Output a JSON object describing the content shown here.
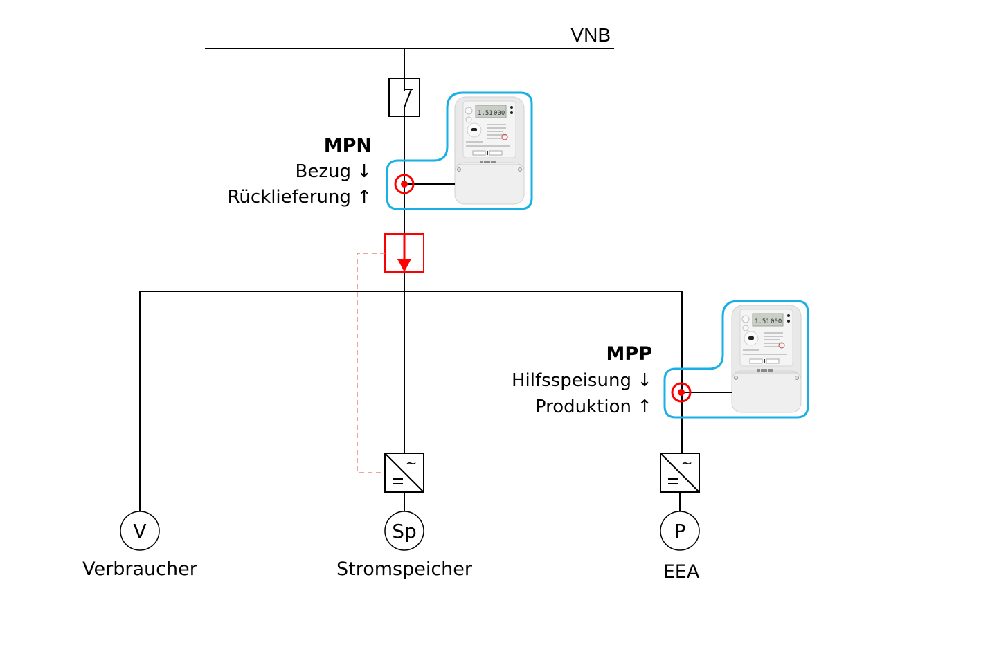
{
  "grid": {
    "label": "VNB"
  },
  "meter_mpn": {
    "title": "MPN",
    "line1": "Bezug ↓",
    "line2": "Rücklieferung ↑"
  },
  "meter_mpp": {
    "title": "MPP",
    "line1": "Hilfsspeisung ↓",
    "line2": "Produktion ↑"
  },
  "consumers": [
    {
      "symbol": "V",
      "name": "Verbraucher"
    },
    {
      "symbol": "Sp",
      "name": "Stromspeicher"
    },
    {
      "symbol": "P",
      "name": "EEA"
    }
  ],
  "inverter": {
    "ac_symbol": "~",
    "dc_symbol": "="
  },
  "colors": {
    "line": "#000000",
    "measurement_point": "#ff0000",
    "control_dashed": "#f08080",
    "meter_outline": "#1ab0e6",
    "meter_body": "#e6e6e6"
  }
}
